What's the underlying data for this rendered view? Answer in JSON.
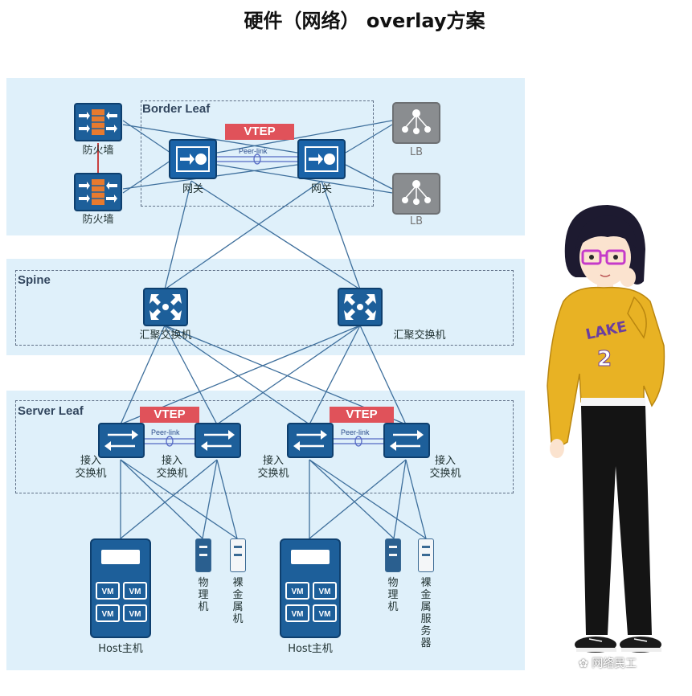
{
  "title": "硬件（网络） overlay方案",
  "zones": {
    "border_leaf": "Border Leaf",
    "spine": "Spine",
    "server_leaf": "Server Leaf"
  },
  "vtep": "VTEP",
  "peer_link": "Peer-link",
  "firewall": [
    "防火墙",
    "防火墙"
  ],
  "gateway": [
    "网关",
    "网关"
  ],
  "lb": [
    "LB",
    "LB"
  ],
  "spine_switch": [
    "汇聚交换机",
    "汇聚交换机"
  ],
  "access_switch": [
    "接入\n交换机",
    "接入\n交换机",
    "接入\n交换机",
    "接入\n交换机"
  ],
  "vm": "VM",
  "host": [
    "Host主机",
    "Host主机"
  ],
  "physical": "物理机",
  "bare_metal": "裸金属机",
  "bare_metal_server": "裸金属服务器",
  "watermark": "网络民工",
  "colors": {
    "device": "#1d5f9a",
    "panel": "#dff0fa",
    "vtep": "#e0525a",
    "line": "#3e6f9c"
  }
}
